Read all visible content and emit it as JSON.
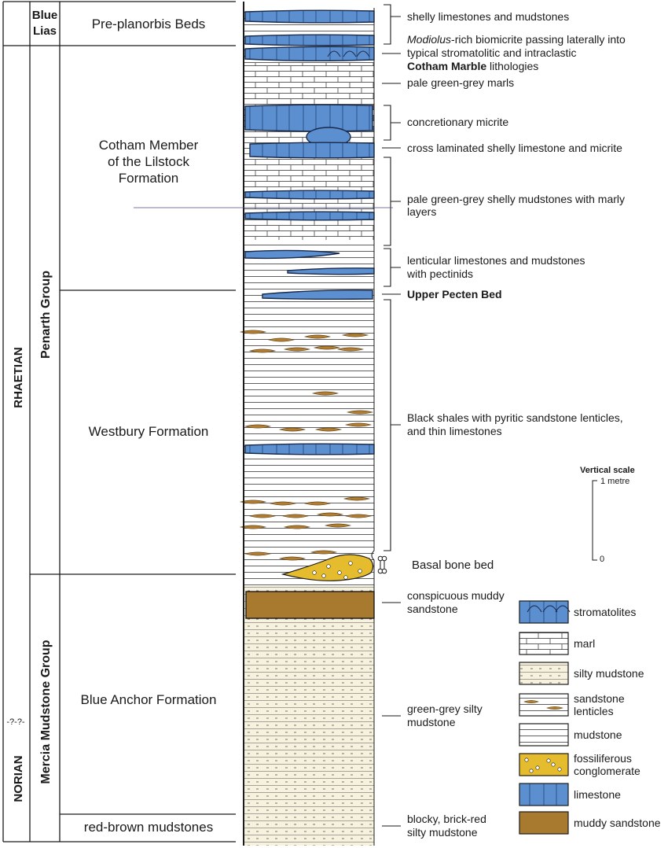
{
  "stages": {
    "upper": "RHAETIAN",
    "lower": "NORIAN",
    "boundary_marker": "-?-?-"
  },
  "groups": {
    "blue_lias": [
      "Blue",
      "Lias"
    ],
    "penarth": "Penarth Group",
    "mercia": "Mercia Mudstone Group"
  },
  "formations": {
    "pre_planorbis": "Pre-planorbis Beds",
    "cotham": [
      "Cotham Member",
      "of the Lilstock",
      "Formation"
    ],
    "westbury": "Westbury Formation",
    "blue_anchor": "Blue Anchor Formation",
    "red_brown": "red-brown mudstones"
  },
  "annotations": {
    "shelly": "shelly limestones and mudstones",
    "modiolus_italic": "Modiolus",
    "modiolus_rest": "-rich biomicrite passing laterally into",
    "modiolus_line2": "typical stromatolitic and intraclastic",
    "cotham_marble_bold": "Cotham Marble",
    "cotham_marble_rest": " lithologies",
    "pale_marls": "pale green-grey marls",
    "concretionary": "concretionary micrite",
    "cross_laminated": "cross laminated shelly limestone and micrite",
    "pale_shelly": [
      "pale green-grey shelly mudstones with marly",
      "layers"
    ],
    "lenticular": [
      "lenticular limestones and mudstones",
      "with pectinids"
    ],
    "upper_pecten": "Upper Pecten Bed",
    "black_shales": [
      "Black shales with pyritic sandstone lenticles,",
      "and thin limestones"
    ],
    "basal_bone": "Basal bone bed",
    "conspicuous": [
      "conspicuous muddy",
      "sandstone"
    ],
    "green_grey": [
      "green-grey silty",
      "mudstone"
    ],
    "blocky": [
      "blocky, brick-red",
      "silty mudstone"
    ]
  },
  "scale": {
    "title": "Vertical scale",
    "top": "1 metre",
    "bottom": "0"
  },
  "legend": [
    {
      "label": [
        "stromatolites"
      ],
      "pattern": "stromatolites"
    },
    {
      "label": [
        "marl"
      ],
      "pattern": "marl"
    },
    {
      "label": [
        "silty mudstone"
      ],
      "pattern": "silty"
    },
    {
      "label": [
        "sandstone",
        "lenticles"
      ],
      "pattern": "lenticles"
    },
    {
      "label": [
        "mudstone"
      ],
      "pattern": "mudstone"
    },
    {
      "label": [
        "fossiliferous",
        "conglomerate"
      ],
      "pattern": "conglomerate"
    },
    {
      "label": [
        "limestone"
      ],
      "pattern": "limestone"
    },
    {
      "label": [
        "muddy sandstone"
      ],
      "pattern": "muddy-sandstone"
    }
  ],
  "colors": {
    "limestone": "#5b8fd0",
    "conglomerate": "#e6bc2f",
    "muddy_sandstone": "#a87a30",
    "lenticle": "#b07e34",
    "silty_bg": "#f6f2dd",
    "line": "#1a1a1a"
  }
}
